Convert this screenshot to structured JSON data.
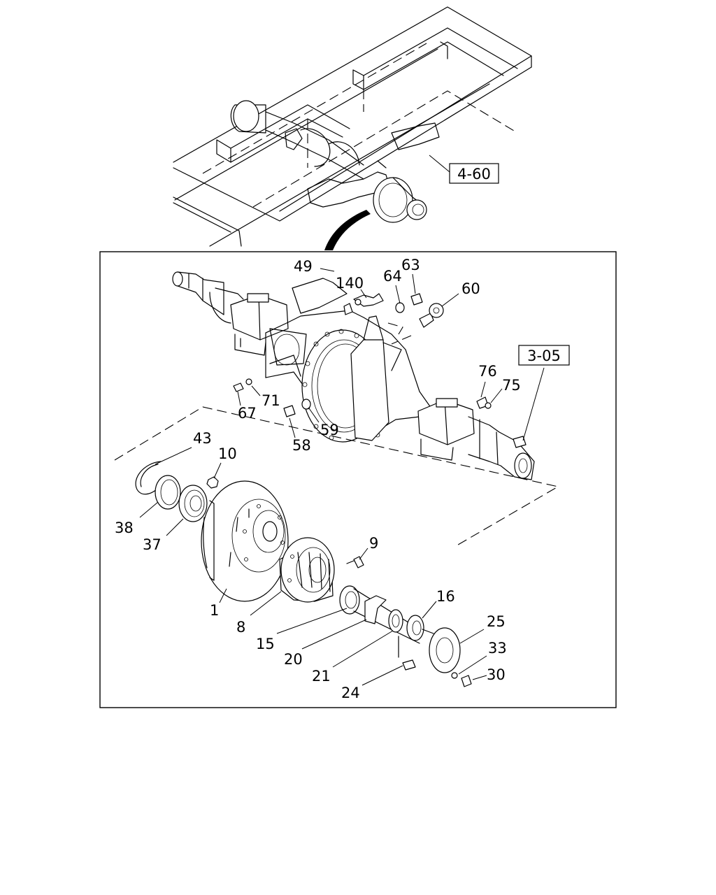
{
  "references": [
    {
      "id": "ref-4-60",
      "label": "4-60"
    },
    {
      "id": "ref-3-05",
      "label": "3-05"
    }
  ],
  "callouts": [
    {
      "id": "49",
      "label": "49"
    },
    {
      "id": "140",
      "label": "140"
    },
    {
      "id": "64",
      "label": "64"
    },
    {
      "id": "63",
      "label": "63"
    },
    {
      "id": "60",
      "label": "60"
    },
    {
      "id": "76",
      "label": "76"
    },
    {
      "id": "75",
      "label": "75"
    },
    {
      "id": "67",
      "label": "67"
    },
    {
      "id": "71",
      "label": "71"
    },
    {
      "id": "59",
      "label": "59"
    },
    {
      "id": "58",
      "label": "58"
    },
    {
      "id": "43",
      "label": "43"
    },
    {
      "id": "10",
      "label": "10"
    },
    {
      "id": "38",
      "label": "38"
    },
    {
      "id": "37",
      "label": "37"
    },
    {
      "id": "9",
      "label": "9"
    },
    {
      "id": "16",
      "label": "16"
    },
    {
      "id": "1",
      "label": "1"
    },
    {
      "id": "8",
      "label": "8"
    },
    {
      "id": "15",
      "label": "15"
    },
    {
      "id": "20",
      "label": "20"
    },
    {
      "id": "21",
      "label": "21"
    },
    {
      "id": "25",
      "label": "25"
    },
    {
      "id": "33",
      "label": "33"
    },
    {
      "id": "30",
      "label": "30"
    },
    {
      "id": "24",
      "label": "24"
    }
  ],
  "colors": {
    "line": "#000000",
    "background": "#ffffff"
  }
}
